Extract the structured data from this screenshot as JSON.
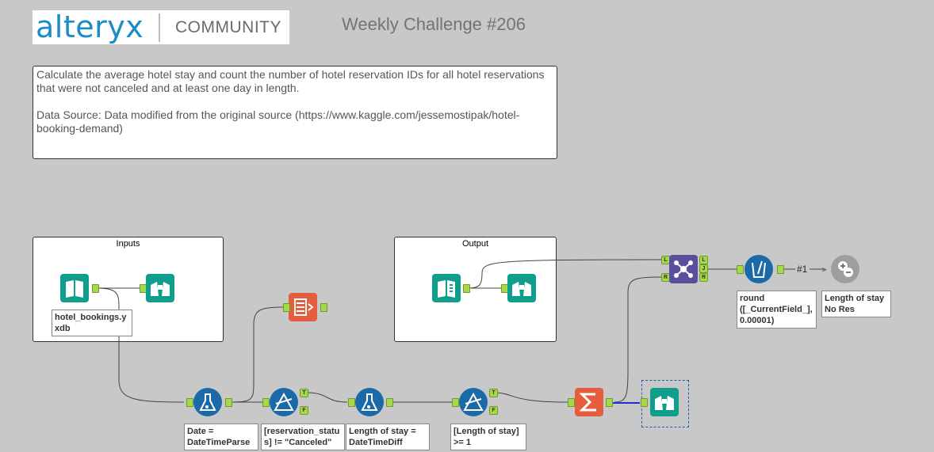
{
  "logo": {
    "brand": "alteryx",
    "section": "COMMUNITY"
  },
  "title": "Weekly Challenge #206",
  "description": {
    "line1": "Calculate the average hotel stay and count the number of hotel reservation IDs for all hotel reservations that were not canceled and at least one day in length.",
    "line2": "Data Source: Data modified from the original source (https://www.kaggle.com/jessemostipak/hotel-booking-demand)"
  },
  "containers": {
    "inputs": "Inputs",
    "output": "Output"
  },
  "annotations": {
    "input_file": "hotel_bookings.y\nxdb",
    "datetime": "Date =\nDateTimeParse",
    "filter1": "[reservation_statu\ns] != \"Canceled\"",
    "formula2": "Length of stay =\nDateTimeDiff",
    "filter2": "[Length of stay]\n>= 1",
    "multi_field": "round\n([_CurrentField_],\n0.00001)",
    "no_res": "Length of stay\nNo Res"
  },
  "join_anchors": {
    "l": "L",
    "j": "J",
    "r": "R"
  },
  "filter_anchors": {
    "t": "T",
    "f": "F"
  },
  "record_count": "#1",
  "colors": {
    "teal": "#0f9e8c",
    "blue": "#1b6aa8",
    "orange": "#e35d3e",
    "purple": "#5b4e9c",
    "anchor": "#a6d84c",
    "wire_selected": "#1a2fd8"
  }
}
